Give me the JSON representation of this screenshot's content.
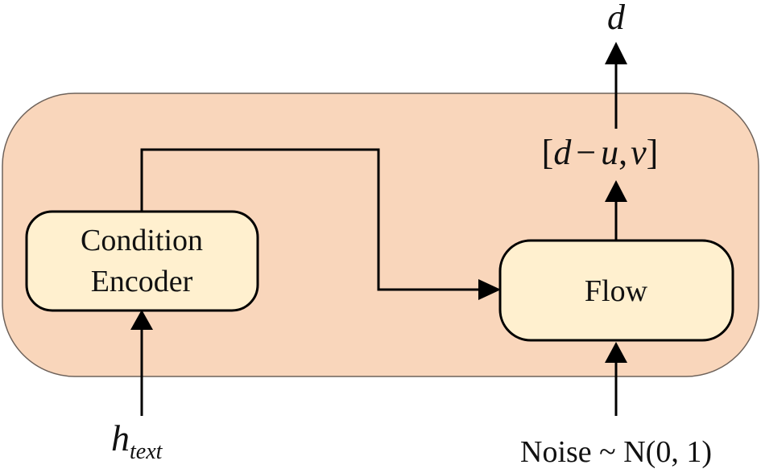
{
  "diagram": {
    "colors": {
      "container_fill": "#f9d6bb",
      "container_stroke": "#6e625a",
      "block_fill": "#fff0cf",
      "line": "#000000"
    },
    "blocks": {
      "condition_encoder": {
        "line1": "Condition",
        "line2": "Encoder"
      },
      "flow": {
        "label": "Flow"
      }
    },
    "inputs": {
      "text_hidden": {
        "base": "h",
        "subscript": "text"
      },
      "noise": {
        "label": "Noise ~ N(0, 1)"
      }
    },
    "intermediate": {
      "flow_output": {
        "open": "[",
        "d": "d",
        "minus": "−",
        "u": "u",
        "comma": ",",
        "v": "v",
        "close": "]"
      }
    },
    "outputs": {
      "duration": {
        "label": "d"
      }
    },
    "edges": [
      {
        "from": "h_text",
        "to": "condition_encoder"
      },
      {
        "from": "condition_encoder",
        "to": "flow"
      },
      {
        "from": "noise",
        "to": "flow"
      },
      {
        "from": "flow",
        "to": "flow_output"
      },
      {
        "from": "flow_output",
        "to": "duration"
      }
    ]
  }
}
